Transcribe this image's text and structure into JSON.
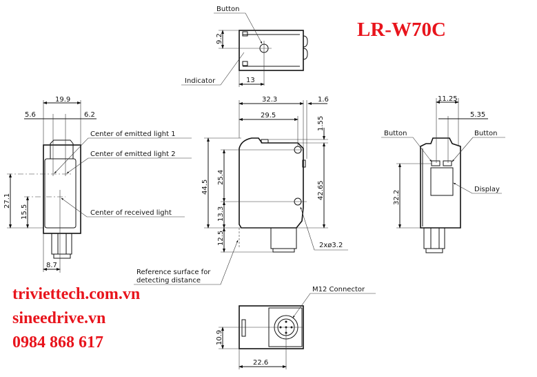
{
  "title": "LR-W70C",
  "colors": {
    "accent": "#e8141c",
    "line": "#111111"
  },
  "contact": {
    "site1": "triviettech.com.vn",
    "site2": "sineedrive.vn",
    "phone": "0984 868 617"
  },
  "top_view": {
    "button": "Button",
    "indicator": "Indicator",
    "dim_height": "9.2",
    "dim_width": "13"
  },
  "left_view": {
    "dim_width": "19.9",
    "dim_a": "5.6",
    "dim_b": "6.2",
    "emit1": "Center of emitted light 1",
    "emit2": "Center of emitted light 2",
    "received": "Center of received light",
    "dim_27": "27.1",
    "dim_15": "15.5",
    "dim_87": "8.7"
  },
  "front_view": {
    "dim_323": "32.3",
    "dim_16": "1.6",
    "dim_295": "29.5",
    "dim_155": "1.55",
    "dim_445": "44.5",
    "dim_254": "25.4",
    "dim_133": "13.3",
    "dim_125": "12.5",
    "dim_4265": "42.65",
    "holes": "2xø3.2",
    "ref1": "Reference surface for",
    "ref2": "detecting distance"
  },
  "right_view": {
    "dim_1125": "11.25",
    "dim_535": "5.35",
    "button_l": "Button",
    "button_r": "Button",
    "display": "Display",
    "dim_322": "32.2"
  },
  "bottom_view": {
    "connector": "M12 Connector",
    "dim_109": "10.9",
    "dim_226": "22.6"
  }
}
